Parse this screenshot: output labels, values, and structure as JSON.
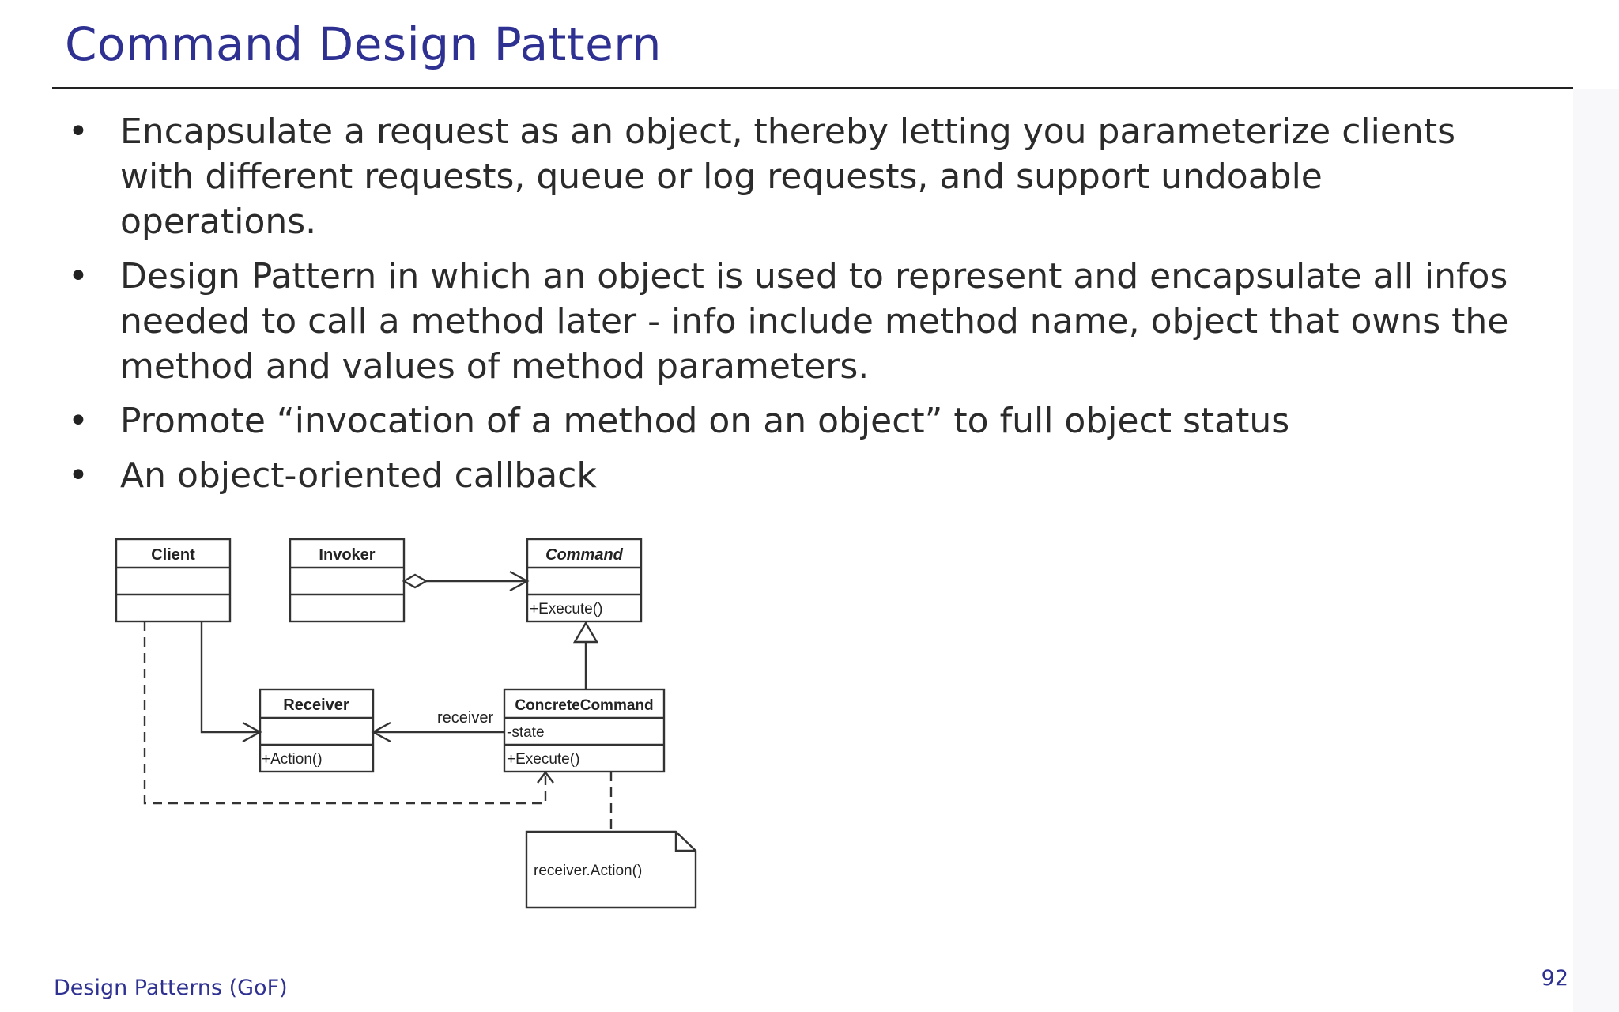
{
  "slide": {
    "title": "Command Design Pattern",
    "bullets": [
      "Encapsulate a request as an object, thereby letting you parameterize clients with different requests, queue or log requests, and support undoable operations.",
      "Design Pattern in which an object is used to represent and encapsulate all infos needed to call a method later - info include method name, object that owns the method and values of method parameters.",
      "Promote “invocation of a method on an object” to full object status",
      "An object-oriented callback"
    ],
    "footer": "Design Patterns (GoF)",
    "page_number": "92"
  },
  "diagram": {
    "classes": {
      "client": {
        "name": "Client"
      },
      "invoker": {
        "name": "Invoker"
      },
      "command": {
        "name": "Command",
        "method": "+Execute()"
      },
      "receiver": {
        "name": "Receiver",
        "method": "+Action()"
      },
      "concrete_command": {
        "name": "ConcreteCommand",
        "attribute": "-state",
        "method": "+Execute()"
      }
    },
    "association_label": "receiver",
    "note_text": "receiver.Action()"
  }
}
